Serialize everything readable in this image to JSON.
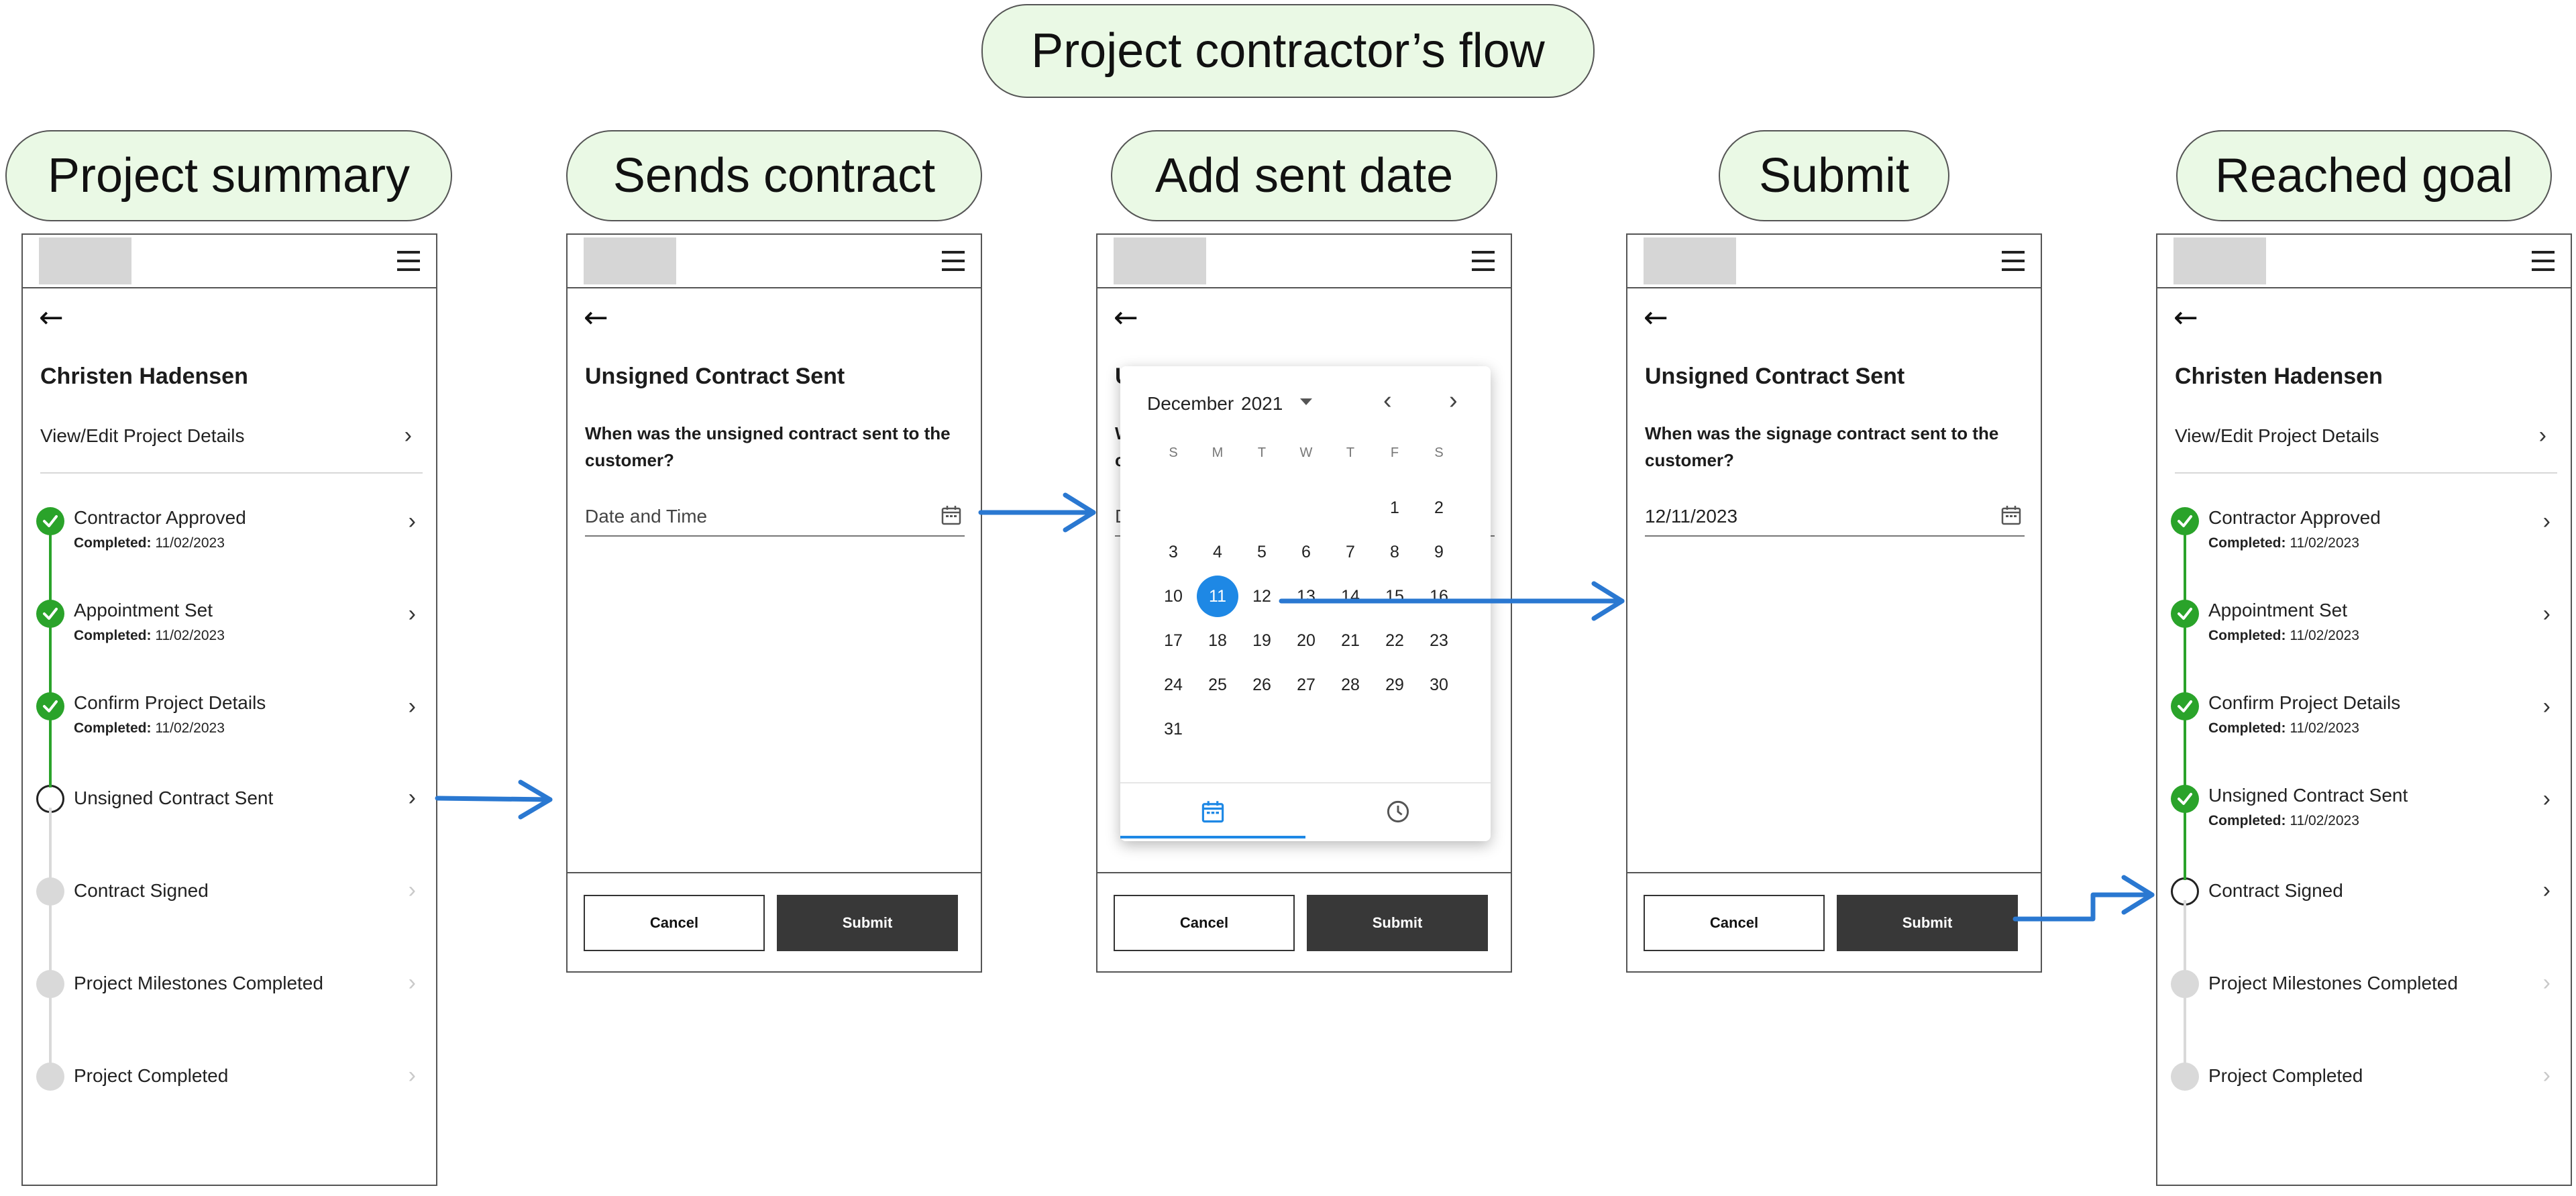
{
  "diagram": {
    "title": "Project contractor’s flow",
    "stages": [
      "Project summary",
      "Sends contract",
      "Add sent date",
      "Submit",
      "Reached goal"
    ]
  },
  "colors": {
    "pill_bg": "#eaf9e5",
    "arrow": "#2a78d1",
    "done": "#2aa32a",
    "selected_day": "#1e88e5",
    "submit_bg": "#383838"
  },
  "summary_screen": {
    "name": "Christen Hadensen",
    "view_edit": "View/Edit Project Details",
    "completed_label": "Completed:",
    "steps": [
      {
        "label": "Contractor Approved",
        "date": "11/02/2023",
        "state": "done"
      },
      {
        "label": "Appointment Set",
        "date": "11/02/2023",
        "state": "done"
      },
      {
        "label": "Confirm Project Details",
        "date": "11/02/2023",
        "state": "done"
      },
      {
        "label": "Unsigned Contract Sent",
        "date": "",
        "state": "current"
      },
      {
        "label": "Contract Signed",
        "date": "",
        "state": "pending"
      },
      {
        "label": "Project Milestones Completed",
        "date": "",
        "state": "pending"
      },
      {
        "label": "Project Completed",
        "date": "",
        "state": "pending"
      }
    ]
  },
  "goal_screen": {
    "name": "Christen Hadensen",
    "view_edit": "View/Edit Project Details",
    "completed_label": "Completed:",
    "steps": [
      {
        "label": "Contractor Approved",
        "date": "11/02/2023",
        "state": "done"
      },
      {
        "label": "Appointment Set",
        "date": "11/02/2023",
        "state": "done"
      },
      {
        "label": "Confirm Project Details",
        "date": "11/02/2023",
        "state": "done"
      },
      {
        "label": "Unsigned Contract Sent",
        "date": "11/02/2023",
        "state": "done"
      },
      {
        "label": "Contract Signed",
        "date": "",
        "state": "current"
      },
      {
        "label": "Project Milestones Completed",
        "date": "",
        "state": "pending"
      },
      {
        "label": "Project Completed",
        "date": "",
        "state": "pending"
      }
    ]
  },
  "contract_screen": {
    "title": "Unsigned Contract Sent",
    "question": "When was the unsigned contract sent to the customer?",
    "placeholder": "Date and Time",
    "cancel": "Cancel",
    "submit": "Submit"
  },
  "submit_screen": {
    "title": "Unsigned Contract Sent",
    "question": "When was the signage contract sent to the customer?",
    "value": "12/11/2023",
    "cancel": "Cancel",
    "submit": "Submit"
  },
  "date_picker": {
    "month": "December",
    "year": "2021",
    "weekdays": [
      "S",
      "M",
      "T",
      "W",
      "T",
      "F",
      "S"
    ],
    "first_weekday": 5,
    "days_in_month": 31,
    "selected_day": 11
  }
}
